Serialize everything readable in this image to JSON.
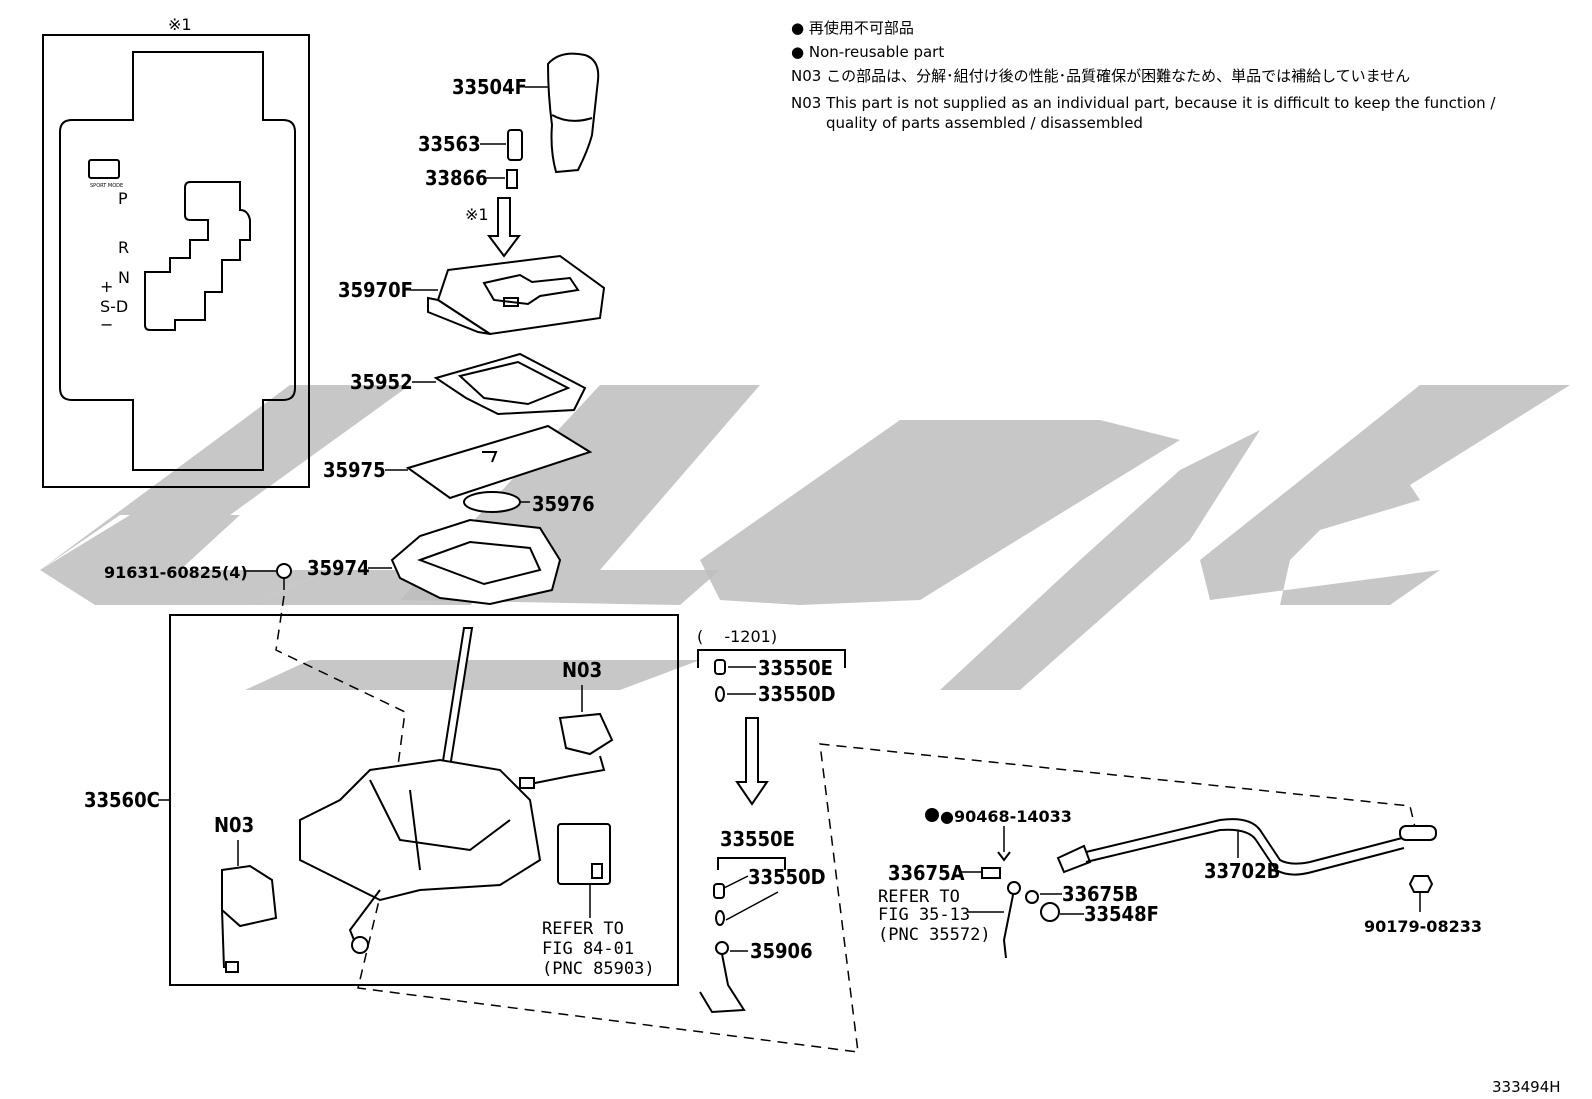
{
  "notes": {
    "line1_ja": "● 再使用不可部品",
    "line2_en": "● Non-reusable part",
    "line3_ja": "N03 この部品は、分解･組付け後の性能･品質確保が困難なため、単品では補給していません",
    "line4_en_a": "N03 This part is not supplied as an individual part, because it is difficult to keep the function /",
    "line4_en_b": "quality of parts assembled / disassembled"
  },
  "inset": {
    "mark": "※1",
    "sport_label": "SPORT MODE",
    "positions": [
      "P",
      "R",
      "N",
      "+",
      "S-D",
      "−"
    ]
  },
  "arrow_mark": "※1",
  "parts": {
    "p33504F": "33504F",
    "p33563": "33563",
    "p33866": "33866",
    "p35970F": "35970F",
    "p35952": "35952",
    "p35975": "35975",
    "p35976": "35976",
    "p35974": "35974",
    "p91631": "91631-60825(4)",
    "p33560C": "33560C",
    "n03_a": "N03",
    "n03_b": "N03",
    "range": "(　 -1201)",
    "p33550E_a": "33550E",
    "p33550D_a": "33550D",
    "p33550E_b": "33550E",
    "p33550D_b": "33550D",
    "p35906": "35906",
    "p90468": "●90468-14033",
    "p33675A": "33675A",
    "p33675B": "33675B",
    "p33548F": "33548F",
    "p33702B": "33702B",
    "p90179": "90179-08233"
  },
  "refs": {
    "ref84_1": "REFER TO",
    "ref84_2": "FIG 84-01",
    "ref84_3": "(PNC 85903)",
    "ref35_1": "REFER TO",
    "ref35_2": "FIG 35-13",
    "ref35_3": "(PNC 35572)"
  },
  "figure_id": "333494H",
  "colors": {
    "watermark": "#bdbdbd",
    "ink": "#000000",
    "background": "#ffffff"
  }
}
